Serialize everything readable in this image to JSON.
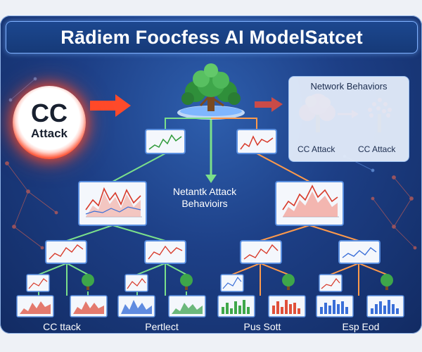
{
  "title": "Rādiem Foocfess AI ModelSatcet",
  "cc_badge": {
    "line1": "CC",
    "line2": "Attack"
  },
  "network_panel": {
    "title": "Network Behaviors",
    "left_label": "CC Attack",
    "right_label": "CC Attack"
  },
  "center_label": {
    "line1": "Netantk Attack",
    "line2": "Behavioirs"
  },
  "bottom_labels": [
    "CC ttack",
    "Pertlect",
    "Pus Sott",
    "Esp Eod"
  ],
  "colors": {
    "frame": "#1d3f86",
    "accent_red": "#ff4a2a",
    "accent_green": "#7be08a",
    "accent_orange": "#ff9a4a",
    "card_border": "#5a8fe0"
  },
  "icons": [
    "tree-icon",
    "arrow-right-icon",
    "arrow-down-icon"
  ]
}
